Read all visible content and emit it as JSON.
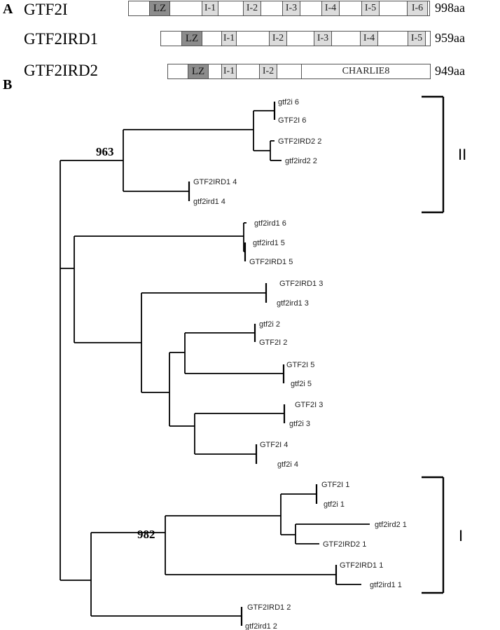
{
  "panel_a": {
    "label": "A",
    "proteins": [
      {
        "name": "GTF2I",
        "length": "998aa",
        "domains": [
          {
            "label": "LZ",
            "kind": "lz"
          },
          {
            "label": "I-1",
            "kind": "irep"
          },
          {
            "label": "I-2",
            "kind": "irep"
          },
          {
            "label": "I-3",
            "kind": "irep"
          },
          {
            "label": "I-4",
            "kind": "irep"
          },
          {
            "label": "I-5",
            "kind": "irep"
          },
          {
            "label": "I-6",
            "kind": "irep"
          }
        ]
      },
      {
        "name": "GTF2IRD1",
        "length": "959aa",
        "domains": [
          {
            "label": "LZ",
            "kind": "lz"
          },
          {
            "label": "I-1",
            "kind": "irep"
          },
          {
            "label": "I-2",
            "kind": "irep"
          },
          {
            "label": "I-3",
            "kind": "irep"
          },
          {
            "label": "I-4",
            "kind": "irep"
          },
          {
            "label": "I-5",
            "kind": "irep"
          }
        ]
      },
      {
        "name": "GTF2IRD2",
        "length": "949aa",
        "domains": [
          {
            "label": "LZ",
            "kind": "lz"
          },
          {
            "label": "I-1",
            "kind": "irep"
          },
          {
            "label": "I-2",
            "kind": "irep"
          },
          {
            "label": "CHARLIE8",
            "kind": "charlie"
          }
        ]
      }
    ]
  },
  "panel_b": {
    "label": "B",
    "leaves": [
      "gtf2i 6",
      "GTF2I 6",
      "GTF2IRD2 2",
      "gtf2ird2 2",
      "GTF2IRD1 4",
      "gtf2ird1 4",
      "gtf2ird1 6",
      "gtf2ird1 5",
      "GTF2IRD1 5",
      "GTF2IRD1 3",
      "gtf2ird1 3",
      "gtf2i 2",
      "GTF2I 2",
      "GTF2I 5",
      "gtf2i 5",
      "GTF2I 3",
      "gtf2i 3",
      "GTF2I 4",
      "gtf2i 4",
      "GTF2I 1",
      "gtf2i 1",
      "gtf2ird2 1",
      "GTF2IRD2 1",
      "GTF2IRD1 1",
      "gtf2ird1 1",
      "GTF2IRD1 2",
      "gtf2ird1 2"
    ],
    "bootstrap": [
      "963",
      "982"
    ],
    "clades": [
      "II",
      "I"
    ]
  }
}
